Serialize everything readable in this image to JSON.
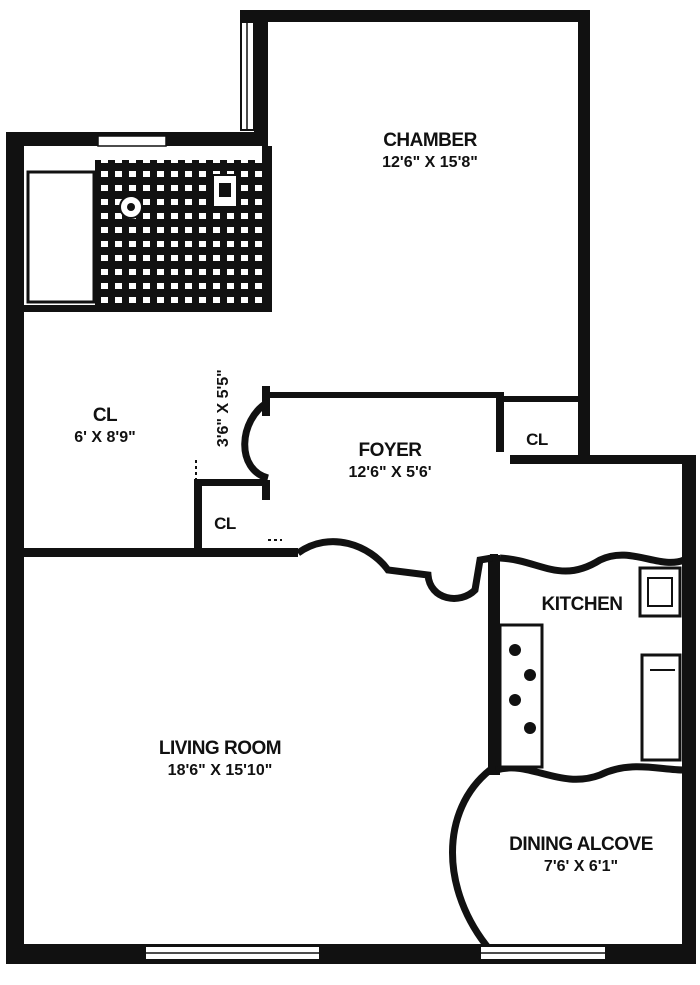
{
  "colors": {
    "wall": "#111111",
    "paper": "#ffffff",
    "window": "#ffffff"
  },
  "rooms": {
    "chamber": {
      "name": "CHAMBER",
      "dim": "12'6\" X 15'8\""
    },
    "cl_main": {
      "name": "CL",
      "dim": "6' X 8'9\""
    },
    "cl_narrow": {
      "dim": "3'6\" X 5'5\""
    },
    "foyer": {
      "name": "FOYER",
      "dim": "12'6\" X 5'6'"
    },
    "cl_small_1": {
      "name": "CL"
    },
    "cl_small_2": {
      "name": "CL"
    },
    "kitchen": {
      "name": "KITCHEN"
    },
    "living": {
      "name": "LIVING ROOM",
      "dim": "18'6\" X 15'10\""
    },
    "dining": {
      "name": "DINING ALCOVE",
      "dim": "7'6' X 6'1\""
    }
  },
  "icons": [
    "bathroom-tile-icon",
    "toilet-icon",
    "sink-icon",
    "stove-icon",
    "refrigerator-icon",
    "kitchen-sink-icon",
    "door-swing-icon",
    "window-icon"
  ]
}
